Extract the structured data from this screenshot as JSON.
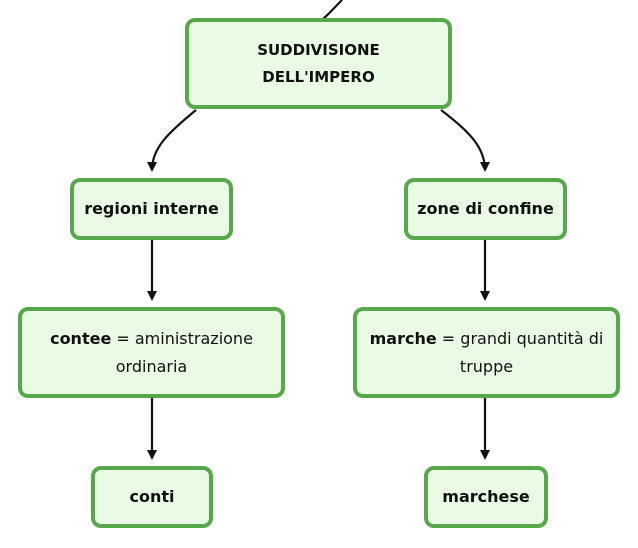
{
  "diagram": {
    "root": {
      "label": "SUDDIVISIONE DELL'IMPERO"
    },
    "branches": [
      {
        "category": "regioni interne",
        "detail_term": "contee",
        "detail_rest": " = aministrazione ordinaria",
        "leaf": "conti"
      },
      {
        "category": "zone di confine",
        "detail_term": "marche",
        "detail_rest": " = grandi quantità di truppe",
        "leaf": "marchese"
      }
    ]
  },
  "colors": {
    "node_fill": "#e9fbe4",
    "node_border": "#57a84b",
    "connector": "#111111"
  }
}
